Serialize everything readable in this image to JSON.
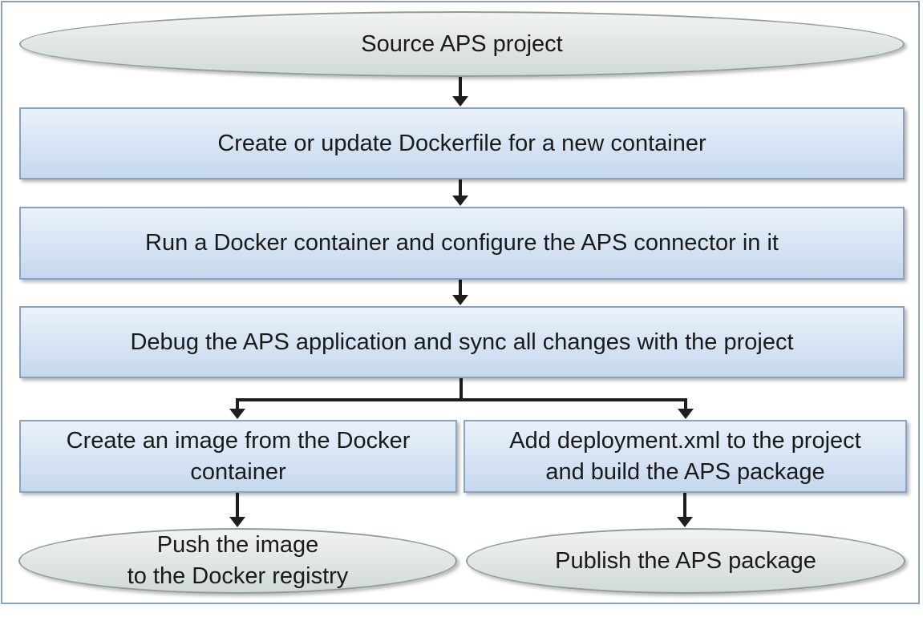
{
  "diagram": {
    "type": "flowchart",
    "colors": {
      "process_fill": "#dbe7f5",
      "process_border": "#8ca3bf",
      "terminal_fill": "#e3e8e5",
      "terminal_border": "#8e9e96",
      "arrow": "#1e1e1e",
      "frame_border": "#8da2b9"
    },
    "nodes": {
      "start": {
        "shape": "terminal",
        "label": "Source APS project"
      },
      "dockerfile": {
        "shape": "process",
        "label": "Create or update Dockerfile for a new container"
      },
      "run_container": {
        "shape": "process",
        "label": "Run a Docker container and configure the APS connector in it"
      },
      "debug": {
        "shape": "process",
        "label": "Debug the APS application and sync all changes with the project"
      },
      "create_image": {
        "shape": "process",
        "label_line1": "Create an image from the Docker",
        "label_line2": "container"
      },
      "add_deployment": {
        "shape": "process",
        "label_line1": "Add deployment.xml to the project",
        "label_line2": "and build the APS package"
      },
      "push_image": {
        "shape": "terminal",
        "label_line1": "Push the image",
        "label_line2": "to the Docker registry"
      },
      "publish": {
        "shape": "terminal",
        "label": "Publish the APS package"
      }
    },
    "edges": [
      {
        "from": "start",
        "to": "dockerfile"
      },
      {
        "from": "dockerfile",
        "to": "run_container"
      },
      {
        "from": "run_container",
        "to": "debug"
      },
      {
        "from": "debug",
        "to": "create_image"
      },
      {
        "from": "debug",
        "to": "add_deployment"
      },
      {
        "from": "create_image",
        "to": "push_image"
      },
      {
        "from": "add_deployment",
        "to": "publish"
      }
    ]
  }
}
